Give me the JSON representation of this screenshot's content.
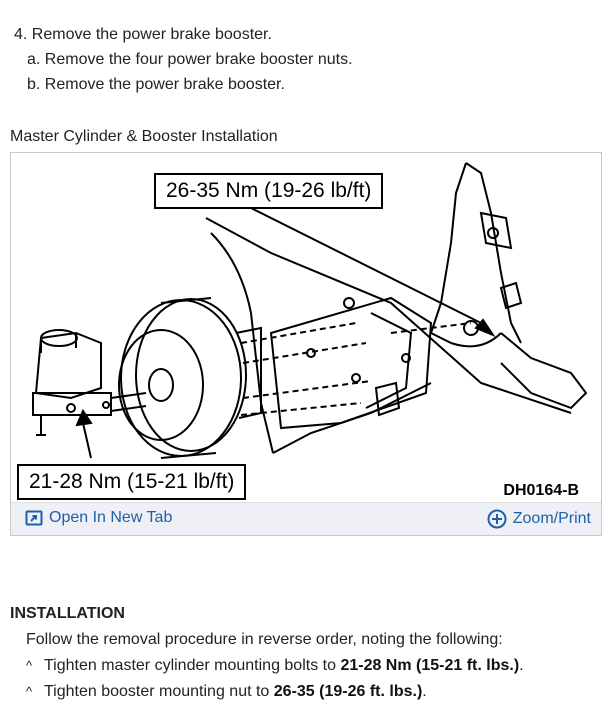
{
  "steps": {
    "main": "4. Remove the power brake booster.",
    "sub_a": "a. Remove the four power brake booster nuts.",
    "sub_b": "b. Remove the power brake booster."
  },
  "figure": {
    "title": "Master Cylinder & Booster Installation",
    "callout_top": "26-35 Nm (19-26 lb/ft)",
    "callout_bottom": "21-28 Nm (15-21 lb/ft)",
    "code": "DH0164-B",
    "open_tab_label": "Open In New Tab",
    "zoom_label": "Zoom/Print",
    "link_color": "#1f5fa8"
  },
  "installation": {
    "heading": "INSTALLATION",
    "intro": "Follow the removal procedure in reverse order, noting the following:",
    "bullet1_text": "Tighten master cylinder mounting bolts to ",
    "bullet1_value": "21-28 Nm (15-21 ft. lbs.)",
    "bullet1_end": ".",
    "bullet2_text": "Tighten booster mounting nut to ",
    "bullet2_value": "26-35 (19-26 ft. lbs.)",
    "bullet2_end": ".",
    "bullet_marker": "^"
  }
}
